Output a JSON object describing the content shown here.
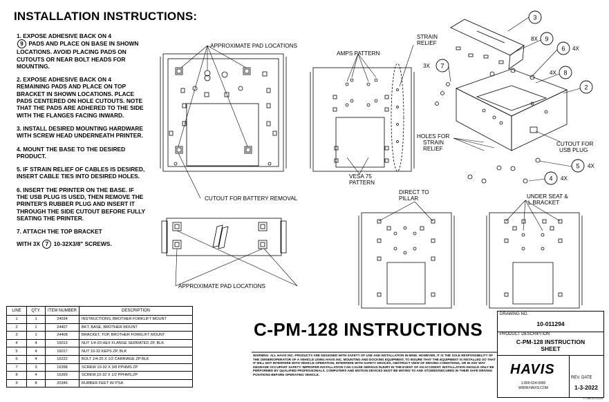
{
  "header": {
    "title": "INSTALLATION INSTRUCTIONS:"
  },
  "steps": [
    {
      "pre": "1.  EXPOSE ADHESIVE BACK ON 4",
      "callout": "9",
      "post": "PADS AND PLACE ON BASE IN SHOWN LOCATIONS. AVOID PLACING PADS ON CUTOUTS OR NEAR BOLT HEADS FOR MOUNTING."
    },
    {
      "text": "2.  EXPOSE ADHESIVE BACK ON 4 REMAINING PADS AND PLACE ON TOP BRACKET IN SHOWN LOCATIONS. PLACE PADS CENTERED ON HOLE CUTOUTS. NOTE THAT THE PADS ARE ADHERED TO THE SIDE WITH THE FLANGES FACING INWARD."
    },
    {
      "text": "3.  INSTALL DESIRED MOUNTING HARDWARE WITH SCREW HEAD UNDERNEATH PRINTER."
    },
    {
      "text": "4.  MOUNT THE BASE TO THE DESIRED PRODUCT."
    },
    {
      "text": "5. IF STRAIN RELIEF OF CABLES IS DESIRED, INSERT CABLE TIES INTO DESIRED HOLES."
    },
    {
      "text": "6.  INSERT THE PRINTER ON THE BASE. IF THE USB PLUG IS USED, THEN REMOVE THE PRINTER'S RUBBER PLUG AND INSERT IT THROUGH THE SIDE CUTOUT BEFORE FULLY SEATING THE PRINTER."
    },
    {
      "text": "7. ATTACH THE TOP BRACKET"
    },
    {
      "pre": "WITH  3X",
      "callout": "7",
      "post": "10-32X3/8\" SCREWS."
    }
  ],
  "drawing_labels": {
    "pad_locations_top": "APPROXIMATE PAD LOCATIONS",
    "pad_locations_bottom": "APPROXIMATE PAD LOCATIONS",
    "battery_cutout": "CUTOUT FOR BATTERY REMOVAL",
    "amps": "AMPS PATTERN",
    "strain_relief_line1": "STRAIN",
    "strain_relief_line2": "RELIEF",
    "vesa_line1": "VESA 75",
    "vesa_line2": "PATTERN",
    "holes_line1": "HOLES FOR",
    "holes_line2": "STRAIN",
    "holes_line3": "RELIEF",
    "usb_line1": "CUTOUT FOR",
    "usb_line2": "USB PLUG",
    "pillar_line1": "DIRECT TO",
    "pillar_line2": "PILLAR",
    "seat_line1": "UNDER SEAT &",
    "seat_line2": "L BRACKET"
  },
  "callouts": {
    "c3": "3",
    "c9": "9",
    "c9_qty": "8X",
    "c6": "6",
    "c6_qty": "4X",
    "c7": "7",
    "c7_qty": "3X",
    "c8": "8",
    "c8_qty": "4X",
    "c2": "2",
    "c5": "5",
    "c5_qty": "4X",
    "c4": "4",
    "c4_qty": "4X"
  },
  "bom": {
    "headers": [
      "LINE",
      "QTY.",
      "ITEM NUMBER",
      "DESCRIPTION"
    ],
    "rows": [
      [
        "1",
        "1",
        "24034",
        "INSTRUCTIONS, BROTHER FORKLIFT MOUNT"
      ],
      [
        "2",
        "1",
        "24407",
        "BKT, BASE, BROTHER MOUNT"
      ],
      [
        "3",
        "1",
        "24408",
        "BRACKET, TOP, BROTHER FORKLIFT MOUNT"
      ],
      [
        "4",
        "4",
        "16013",
        "NUT 1/4-20 HEX FLANGE SERRATED ZP, BLK"
      ],
      [
        "5",
        "4",
        "16017",
        "NUT 10-32 KEPS ZP, BLK"
      ],
      [
        "6",
        "4",
        "16222",
        "BOLT 1/4-20 X 1/2 CARRIAGE ZP BLK"
      ],
      [
        "7",
        "3",
        "16398",
        "SCREW 10-32 X 3/8 PPHMS ZP"
      ],
      [
        "8",
        "4",
        "16399",
        "SCREW,10-32 X 1/2 PPHMS,ZP"
      ],
      [
        "9",
        "8",
        "20346",
        "RUBBER FEET W/ PSA"
      ]
    ]
  },
  "main_title": "C-PM-128 INSTRUCTIONS",
  "warning": "WARNING: ALL HAVIS INC. PRODUCTS ARE DESIGNED WITH SAFETY OF USE AND INSTALLATION IN MIND. HOWEVER, IT IS THE SOLE RESPONSIBILITY OF THE OWNER/OPERATOR OF A VEHICLE USING HAVIS INC. MOUNTING AND DOCKING EQUIPMENT, TO INSURE THAT THE EQUIPMENT IS INSTALLED SO THAT IT WILL NOT INTERFERE WITH VEHICLE OPERATION, INTERFERE WITH SAFETY DEVICES, OBSTRUCT VIEW OF DRIVING CONDITIONS, OR IN ANY WAY DEGRADE OCCUPANT SAFETY. IMPROPER INSTALLATION CAN CAUSE SERIOUS INJURY IN THE EVENT OF AN ACCIDENT. INSTALLATION SHOULD ONLY BE PERFORMED BY QUALIFIED PROFESSIONALS. COMPUTERS AND MOTION DEVICES MUST BE MOVED TO AND STOWED/SECURED IN THEIR SAFE DRIVING POSITIONS BEFORE OPERATING VEHICLE.",
  "title_block": {
    "drawing_no_label": "DRAWING NO.",
    "drawing_no": "10-011294",
    "product_desc_label": "PRODUCT DESCRIPTION",
    "product_desc_line1": "C-PM-128 INSTRUCTION",
    "product_desc_line2": "SHEET",
    "logo": "HAVIS",
    "phone": "1-800-524-9900",
    "website": "WWW.HAVIS.COM",
    "rev_date_label": "REV. DATE",
    "rev_date": "1-3-2022",
    "form_no": "F-7350 R1 E11/16"
  }
}
